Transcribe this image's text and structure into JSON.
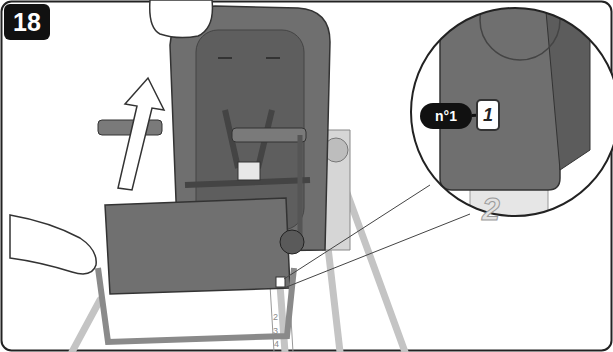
{
  "diagram": {
    "nodes": [
      {
        "text": [
          "18"
        ]
      },
      {
        "text": [
          "2"
        ]
      },
      {
        "text": [
          "n°1"
        ],
        "in": 1
      },
      {
        "text": [
          "1"
        ],
        "in": 1
      }
    ],
    "edges": [
      {
        "from": 2,
        "to": 3,
        "arrow": "none"
      }
    ],
    "labels": [
      "2",
      "3",
      "4"
    ]
  }
}
